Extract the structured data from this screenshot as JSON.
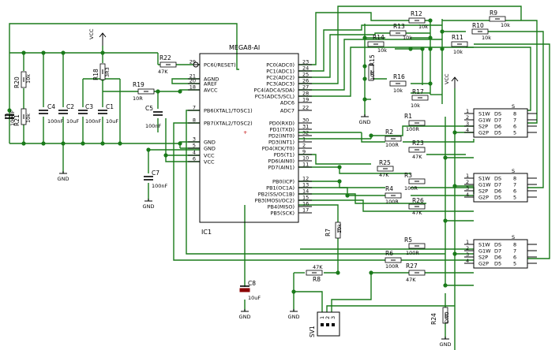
{
  "ic1": {
    "name": "MEGA8-AI",
    "ref": "IC1",
    "left_pins": [
      {
        "num": "29",
        "name": "PC6(/RESET)"
      },
      {
        "num": "21",
        "name": "AGND"
      },
      {
        "num": "20",
        "name": "AREF"
      },
      {
        "num": "18",
        "name": "AVCC"
      },
      {
        "num": "7",
        "name": "PB6(XTAL1/TOSC1)"
      },
      {
        "num": "8",
        "name": "PB7(XTAL2/TOSC2)"
      },
      {
        "num": "3",
        "name": "GND"
      },
      {
        "num": "5",
        "name": "GND"
      },
      {
        "num": "4",
        "name": "VCC"
      },
      {
        "num": "6",
        "name": "VCC"
      }
    ],
    "right_pins": [
      {
        "num": "23",
        "name": "PC0(ADC0)"
      },
      {
        "num": "24",
        "name": "PC1(ADC1)"
      },
      {
        "num": "25",
        "name": "PC2(ADC2)"
      },
      {
        "num": "26",
        "name": "PC3(ADC3)"
      },
      {
        "num": "27",
        "name": "PC4(ADC4/SDA)"
      },
      {
        "num": "28",
        "name": "PC5(ADC5/SCL)"
      },
      {
        "num": "19",
        "name": "ADC6"
      },
      {
        "num": "22",
        "name": "ADC7"
      },
      {
        "num": "30",
        "name": "PD0(RXD)"
      },
      {
        "num": "31",
        "name": "PD1(TXD)"
      },
      {
        "num": "32",
        "name": "PD2(INT0)"
      },
      {
        "num": "1",
        "name": "PD3(INT1)"
      },
      {
        "num": "2",
        "name": "PD4(XCK/T0)"
      },
      {
        "num": "9",
        "name": "PD5(T1)"
      },
      {
        "num": "10",
        "name": "PD6(AIN0)"
      },
      {
        "num": "11",
        "name": "PD7(AIN1)"
      },
      {
        "num": "12",
        "name": "PB0(ICP)"
      },
      {
        "num": "13",
        "name": "PB1(OC1A)"
      },
      {
        "num": "14",
        "name": "PB2(SS/OC1B)"
      },
      {
        "num": "15",
        "name": "PB3(MOSI/OC2)"
      },
      {
        "num": "16",
        "name": "PB4(MISO)"
      },
      {
        "num": "17",
        "name": "PB5(SCK)"
      }
    ]
  },
  "power": {
    "vcc_left": "VCC",
    "vcc_right": "VCC",
    "gnd": "GND"
  },
  "capacitors": {
    "c6": {
      "ref": "C6",
      "value": "100nF"
    },
    "c4": {
      "ref": "C4",
      "value": "100nF"
    },
    "c2": {
      "ref": "C2",
      "value": "10uF"
    },
    "c3": {
      "ref": "C3",
      "value": "100nF"
    },
    "c1": {
      "ref": "C1",
      "value": "10uF"
    },
    "c5": {
      "ref": "C5",
      "value": "100nF"
    },
    "c7": {
      "ref": "C7",
      "value": "100nF"
    },
    "c8": {
      "ref": "C8",
      "value": "10uF"
    }
  },
  "resistors": {
    "r20": {
      "ref": "R20",
      "value": "10k"
    },
    "r21": {
      "ref": "R21",
      "value": "10k"
    },
    "r18": {
      "ref": "R18",
      "value": "3R3"
    },
    "r22": {
      "ref": "R22",
      "value": "47K"
    },
    "r19": {
      "ref": "R19",
      "value": "10R"
    },
    "r12": {
      "ref": "R12",
      "value": "10k"
    },
    "r13": {
      "ref": "R13",
      "value": "10k"
    },
    "r9": {
      "ref": "R9",
      "value": "10k"
    },
    "r10": {
      "ref": "R10",
      "value": "10k"
    },
    "r14": {
      "ref": "R14",
      "value": "10k"
    },
    "r11": {
      "ref": "R11",
      "value": "10k"
    },
    "r15": {
      "ref": "R15",
      "value": "10k"
    },
    "r16": {
      "ref": "R16",
      "value": "10k"
    },
    "r17": {
      "ref": "R17",
      "value": "10k"
    },
    "r1": {
      "ref": "R1",
      "value": "100R"
    },
    "r2": {
      "ref": "R2",
      "value": "100R"
    },
    "r23": {
      "ref": "R23",
      "value": "47K"
    },
    "r25": {
      "ref": "R25",
      "value": "47K"
    },
    "r3": {
      "ref": "R3",
      "value": "100R"
    },
    "r4": {
      "ref": "R4",
      "value": "100R"
    },
    "r26": {
      "ref": "R26",
      "value": "47K"
    },
    "r5": {
      "ref": "R5",
      "value": "100R"
    },
    "r6": {
      "ref": "R6",
      "value": "100R"
    },
    "r27": {
      "ref": "R27",
      "value": "47K"
    },
    "r7": {
      "ref": "R7",
      "value": "10k"
    },
    "r8": {
      "ref": "R8",
      "value": "47K"
    },
    "r24": {
      "ref": "R24",
      "value": "DNU"
    }
  },
  "servo": {
    "pins_left": [
      "1",
      "2",
      "3",
      "4"
    ],
    "names_left": [
      "S1W",
      "G1W",
      "S2P",
      "G2P"
    ],
    "names_right": [
      "DS",
      "D7",
      "D6",
      "D5"
    ],
    "pins_right": [
      "8",
      "7",
      "6",
      "5"
    ],
    "top_label": "S"
  },
  "sv1": {
    "ref": "SV1",
    "pins": [
      "1",
      "2",
      "3"
    ]
  }
}
